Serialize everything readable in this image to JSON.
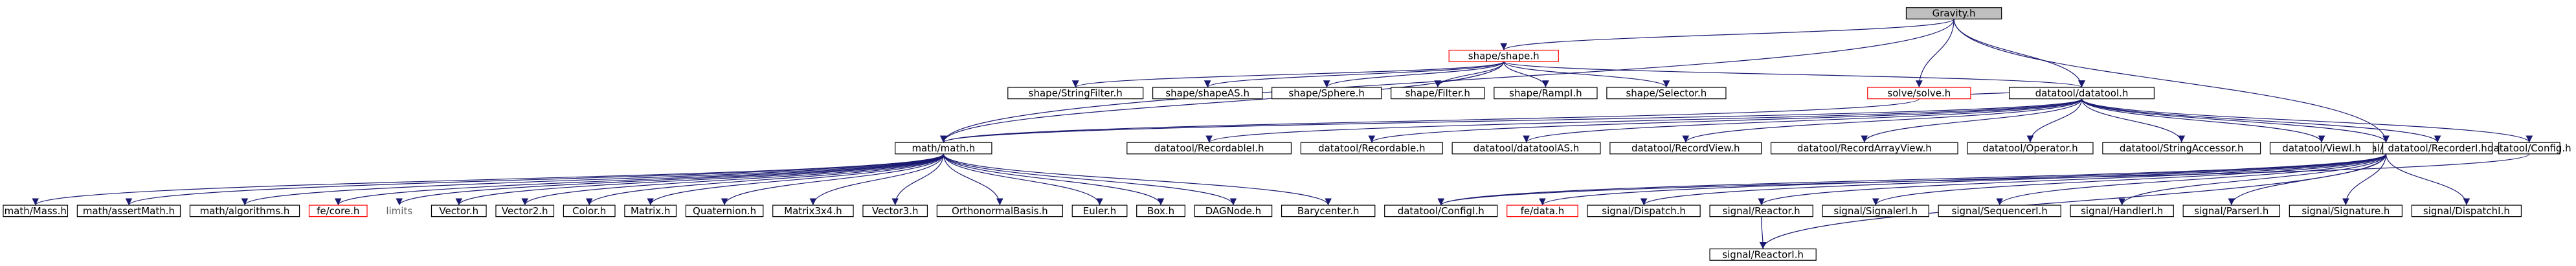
{
  "graph": {
    "root": "gravity",
    "nodes": [
      {
        "id": "gravity",
        "label": "Gravity.h",
        "style": "root"
      },
      {
        "id": "shape",
        "label": "shape/shape.h",
        "style": "broken"
      },
      {
        "id": "solve",
        "label": "solve/solve.h",
        "style": "broken"
      },
      {
        "id": "datatool",
        "label": "datatool/datatool.h",
        "style": "normal"
      },
      {
        "id": "signal",
        "label": "signal/signal.h",
        "style": "normal"
      },
      {
        "id": "stringfilter",
        "label": "shape/StringFilter.h",
        "style": "normal"
      },
      {
        "id": "shapeas",
        "label": "shape/shapeAS.h",
        "style": "normal"
      },
      {
        "id": "sphere",
        "label": "shape/Sphere.h",
        "style": "normal"
      },
      {
        "id": "filter",
        "label": "shape/Filter.h",
        "style": "normal"
      },
      {
        "id": "ramp",
        "label": "shape/RampI.h",
        "style": "normal"
      },
      {
        "id": "selector",
        "label": "shape/Selector.h",
        "style": "normal"
      },
      {
        "id": "math",
        "label": "math/math.h",
        "style": "normal"
      },
      {
        "id": "recordablei",
        "label": "datatool/RecordableI.h",
        "style": "normal"
      },
      {
        "id": "recordable",
        "label": "datatool/Recordable.h",
        "style": "normal"
      },
      {
        "id": "datatoolas",
        "label": "datatool/datatoolAS.h",
        "style": "normal"
      },
      {
        "id": "recordview",
        "label": "datatool/RecordView.h",
        "style": "normal"
      },
      {
        "id": "recordarrayview",
        "label": "datatool/RecordArrayView.h",
        "style": "normal"
      },
      {
        "id": "operator",
        "label": "datatool/Operator.h",
        "style": "normal"
      },
      {
        "id": "stringaccessor",
        "label": "datatool/StringAccessor.h",
        "style": "normal"
      },
      {
        "id": "viewi",
        "label": "datatool/ViewI.h",
        "style": "normal"
      },
      {
        "id": "recorderi",
        "label": "datatool/RecorderI.h",
        "style": "normal"
      },
      {
        "id": "config",
        "label": "datatool/Config.h",
        "style": "normal"
      },
      {
        "id": "mass",
        "label": "math/Mass.h",
        "style": "normal"
      },
      {
        "id": "assertmath",
        "label": "math/assertMath.h",
        "style": "normal"
      },
      {
        "id": "algorithms",
        "label": "math/algorithms.h",
        "style": "normal"
      },
      {
        "id": "core",
        "label": "fe/core.h",
        "style": "broken"
      },
      {
        "id": "limits",
        "label": "limits",
        "style": "plain"
      },
      {
        "id": "vector",
        "label": "Vector.h",
        "style": "normal"
      },
      {
        "id": "vector2",
        "label": "Vector2.h",
        "style": "normal"
      },
      {
        "id": "color",
        "label": "Color.h",
        "style": "normal"
      },
      {
        "id": "matrix",
        "label": "Matrix.h",
        "style": "normal"
      },
      {
        "id": "quaternion",
        "label": "Quaternion.h",
        "style": "normal"
      },
      {
        "id": "matrix3x4",
        "label": "Matrix3x4.h",
        "style": "normal"
      },
      {
        "id": "vector3",
        "label": "Vector3.h",
        "style": "normal"
      },
      {
        "id": "orthonormal",
        "label": "OrthonormalBasis.h",
        "style": "normal"
      },
      {
        "id": "euler",
        "label": "Euler.h",
        "style": "normal"
      },
      {
        "id": "box",
        "label": "Box.h",
        "style": "normal"
      },
      {
        "id": "dagnode",
        "label": "DAGNode.h",
        "style": "normal"
      },
      {
        "id": "barycenter",
        "label": "Barycenter.h",
        "style": "normal"
      },
      {
        "id": "configi",
        "label": "datatool/ConfigI.h",
        "style": "normal"
      },
      {
        "id": "fedata",
        "label": "fe/data.h",
        "style": "broken"
      },
      {
        "id": "dispatch",
        "label": "signal/Dispatch.h",
        "style": "normal"
      },
      {
        "id": "reactor",
        "label": "signal/Reactor.h",
        "style": "normal"
      },
      {
        "id": "signaleri",
        "label": "signal/SignalerI.h",
        "style": "normal"
      },
      {
        "id": "sequenceri",
        "label": "signal/SequencerI.h",
        "style": "normal"
      },
      {
        "id": "handleri",
        "label": "signal/HandlerI.h",
        "style": "normal"
      },
      {
        "id": "parseri",
        "label": "signal/ParserI.h",
        "style": "normal"
      },
      {
        "id": "signature",
        "label": "signal/Signature.h",
        "style": "normal"
      },
      {
        "id": "dispatchi",
        "label": "signal/DispatchI.h",
        "style": "normal"
      },
      {
        "id": "reactori",
        "label": "signal/ReactorI.h",
        "style": "normal"
      }
    ],
    "edges": [
      [
        "gravity",
        "shape"
      ],
      [
        "gravity",
        "solve"
      ],
      [
        "gravity",
        "datatool"
      ],
      [
        "gravity",
        "signal"
      ],
      [
        "gravity",
        "math"
      ],
      [
        "shape",
        "stringfilter"
      ],
      [
        "shape",
        "shapeas"
      ],
      [
        "shape",
        "sphere"
      ],
      [
        "shape",
        "filter"
      ],
      [
        "shape",
        "ramp"
      ],
      [
        "shape",
        "selector"
      ],
      [
        "shape",
        "datatool"
      ],
      [
        "shape",
        "math"
      ],
      [
        "solve",
        "math"
      ],
      [
        "solve",
        "datatool"
      ],
      [
        "datatool",
        "math"
      ],
      [
        "datatool",
        "recordablei"
      ],
      [
        "datatool",
        "recordable"
      ],
      [
        "datatool",
        "datatoolas"
      ],
      [
        "datatool",
        "recordview"
      ],
      [
        "datatool",
        "recordarrayview"
      ],
      [
        "datatool",
        "operator"
      ],
      [
        "datatool",
        "stringaccessor"
      ],
      [
        "datatool",
        "viewi"
      ],
      [
        "datatool",
        "recorderi"
      ],
      [
        "datatool",
        "config"
      ],
      [
        "datatool",
        "signal"
      ],
      [
        "math",
        "mass"
      ],
      [
        "math",
        "assertmath"
      ],
      [
        "math",
        "algorithms"
      ],
      [
        "math",
        "core"
      ],
      [
        "math",
        "limits"
      ],
      [
        "math",
        "vector"
      ],
      [
        "math",
        "vector2"
      ],
      [
        "math",
        "color"
      ],
      [
        "math",
        "matrix"
      ],
      [
        "math",
        "quaternion"
      ],
      [
        "math",
        "matrix3x4"
      ],
      [
        "math",
        "vector3"
      ],
      [
        "math",
        "orthonormal"
      ],
      [
        "math",
        "euler"
      ],
      [
        "math",
        "box"
      ],
      [
        "math",
        "dagnode"
      ],
      [
        "math",
        "barycenter"
      ],
      [
        "config",
        "configi"
      ],
      [
        "signal",
        "configi"
      ],
      [
        "signal",
        "fedata"
      ],
      [
        "signal",
        "dispatch"
      ],
      [
        "signal",
        "reactor"
      ],
      [
        "signal",
        "signaleri"
      ],
      [
        "signal",
        "sequenceri"
      ],
      [
        "signal",
        "handleri"
      ],
      [
        "signal",
        "parseri"
      ],
      [
        "signal",
        "signature"
      ],
      [
        "signal",
        "dispatchi"
      ],
      [
        "signal",
        "reactori"
      ],
      [
        "reactor",
        "reactori"
      ]
    ]
  }
}
